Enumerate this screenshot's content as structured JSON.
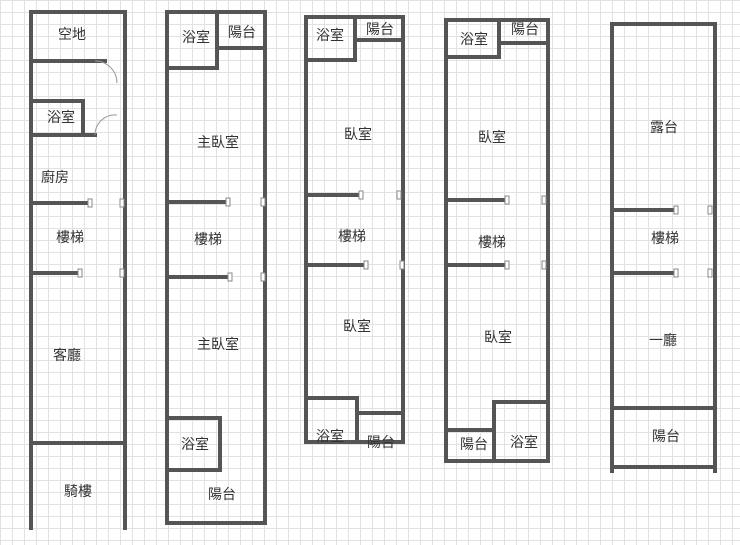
{
  "plans": [
    {
      "name": "floor-1",
      "rooms": [
        "空地",
        "浴室",
        "廚房",
        "樓梯",
        "客廳",
        "騎樓"
      ]
    },
    {
      "name": "floor-2",
      "rooms": [
        "浴室",
        "陽台",
        "主臥室",
        "樓梯",
        "主臥室",
        "浴室",
        "陽台"
      ]
    },
    {
      "name": "floor-3",
      "rooms": [
        "浴室",
        "陽台",
        "臥室",
        "樓梯",
        "臥室",
        "浴室",
        "陽台"
      ]
    },
    {
      "name": "floor-4",
      "rooms": [
        "浴室",
        "陽台",
        "臥室",
        "樓梯",
        "臥室",
        "陽台",
        "浴室"
      ]
    },
    {
      "name": "floor-5",
      "rooms": [
        "露台",
        "樓梯",
        "一廳",
        "陽台"
      ]
    }
  ],
  "colors": {
    "wall": "#555555",
    "grid": "#e2e2e2"
  }
}
